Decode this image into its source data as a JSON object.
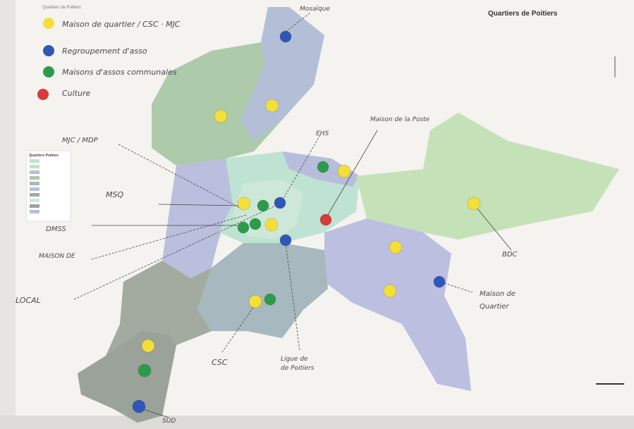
{
  "map": {
    "title": "Quartiers de Poitiers",
    "subtitle": "Quartiers de Poitiers",
    "footer": ""
  },
  "legend": {
    "items": [
      {
        "label": "Maison de quartier / CSC · MJC",
        "color": "#f2df3a"
      },
      {
        "label": "Regroupement d'asso",
        "color": "#2f56b8"
      },
      {
        "label": "Maisons d'assos communales",
        "color": "#2e9a4c"
      },
      {
        "label": "Culture",
        "color": "#d93a3a"
      }
    ]
  },
  "districts_legend": {
    "title": "Quartiers Poitiers",
    "entries": [
      "",
      "",
      "",
      "",
      "",
      "",
      "",
      "",
      "",
      ""
    ]
  },
  "annotations": [
    {
      "id": "mosaique",
      "text": "Mosaïque"
    },
    {
      "id": "ehdc",
      "text": "MJC / MDP"
    },
    {
      "id": "msq",
      "text": "MSQ"
    },
    {
      "id": "ehs",
      "text": "EHS"
    },
    {
      "id": "poste",
      "text": "Maison de la Poste"
    },
    {
      "id": "dmss",
      "text": "DMSS"
    },
    {
      "id": "maison-local",
      "text": "MAISON DE"
    },
    {
      "id": "local",
      "text": "LOCAL"
    },
    {
      "id": "csc",
      "text": "CSC"
    },
    {
      "id": "ligue",
      "text": "Ligue de"
    },
    {
      "id": "ligue2",
      "text": "de Poitiers"
    },
    {
      "id": "bdc",
      "text": "BDC"
    },
    {
      "id": "maison-quartier",
      "text": "Maison de"
    },
    {
      "id": "maison-quartier2",
      "text": "Quartier"
    },
    {
      "id": "sud",
      "text": "SUD"
    }
  ],
  "markers": [
    {
      "color": "#2f56b8"
    },
    {
      "color": "#f2df3a"
    },
    {
      "color": "#f2df3a"
    },
    {
      "color": "#2e9a4c"
    },
    {
      "color": "#f2df3a"
    },
    {
      "color": "#f2df3a"
    },
    {
      "color": "#2e9a4c"
    },
    {
      "color": "#2f56b8"
    },
    {
      "color": "#2e9a4c"
    },
    {
      "color": "#2e9a4c"
    },
    {
      "color": "#f2df3a"
    },
    {
      "color": "#d93a3a"
    },
    {
      "color": "#2f56b8"
    },
    {
      "color": "#f2df3a"
    },
    {
      "color": "#f2df3a"
    },
    {
      "color": "#2f56b8"
    },
    {
      "color": "#f2df3a"
    },
    {
      "color": "#2e9a4c"
    },
    {
      "color": "#f2df3a"
    },
    {
      "color": "#f2df3a"
    },
    {
      "color": "#2e9a4c"
    },
    {
      "color": "#2f56b8"
    }
  ]
}
